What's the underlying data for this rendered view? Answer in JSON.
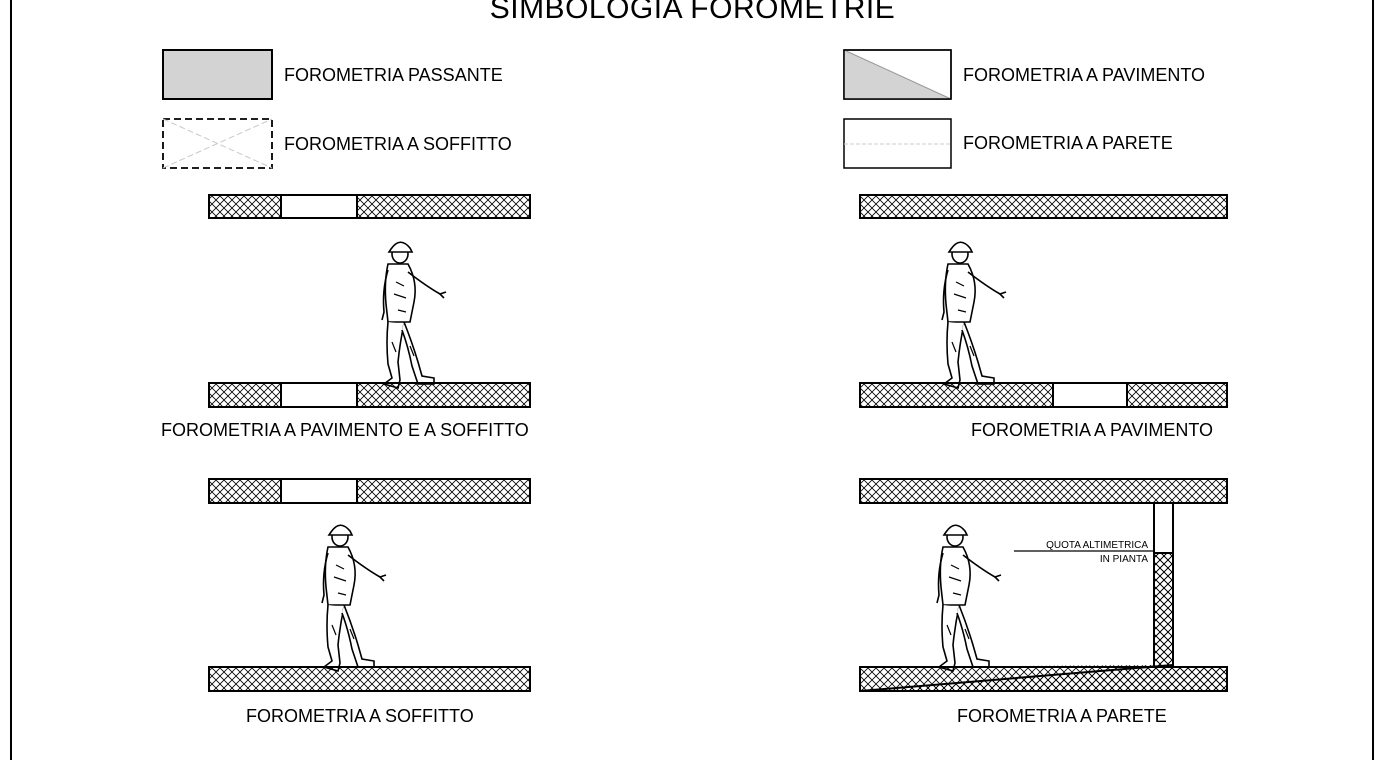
{
  "title": "SIMBOLOGIA FOROMETRIE",
  "legend": {
    "passante": "FOROMETRIA PASSANTE",
    "soffitto": "FOROMETRIA A SOFFITTO",
    "pavimento": "FOROMETRIA A PAVIMENTO",
    "parete": "FOROMETRIA A PARETE"
  },
  "captions": {
    "pav_soff": "FOROMETRIA A PAVIMENTO E A SOFFITTO",
    "pav": "FOROMETRIA A PAVIMENTO",
    "soff": "FOROMETRIA A SOFFITTO",
    "parete": "FOROMETRIA A PARETE"
  },
  "annotation": {
    "line1": "QUOTA ALTIMETRICA",
    "line2": "IN PIANTA"
  },
  "colors": {
    "line": "#000000",
    "fill_grey": "#d3d3d3",
    "hatch": "#000000",
    "background": "#ffffff"
  },
  "icons": [
    "worker-figure",
    "hatched-slab"
  ]
}
